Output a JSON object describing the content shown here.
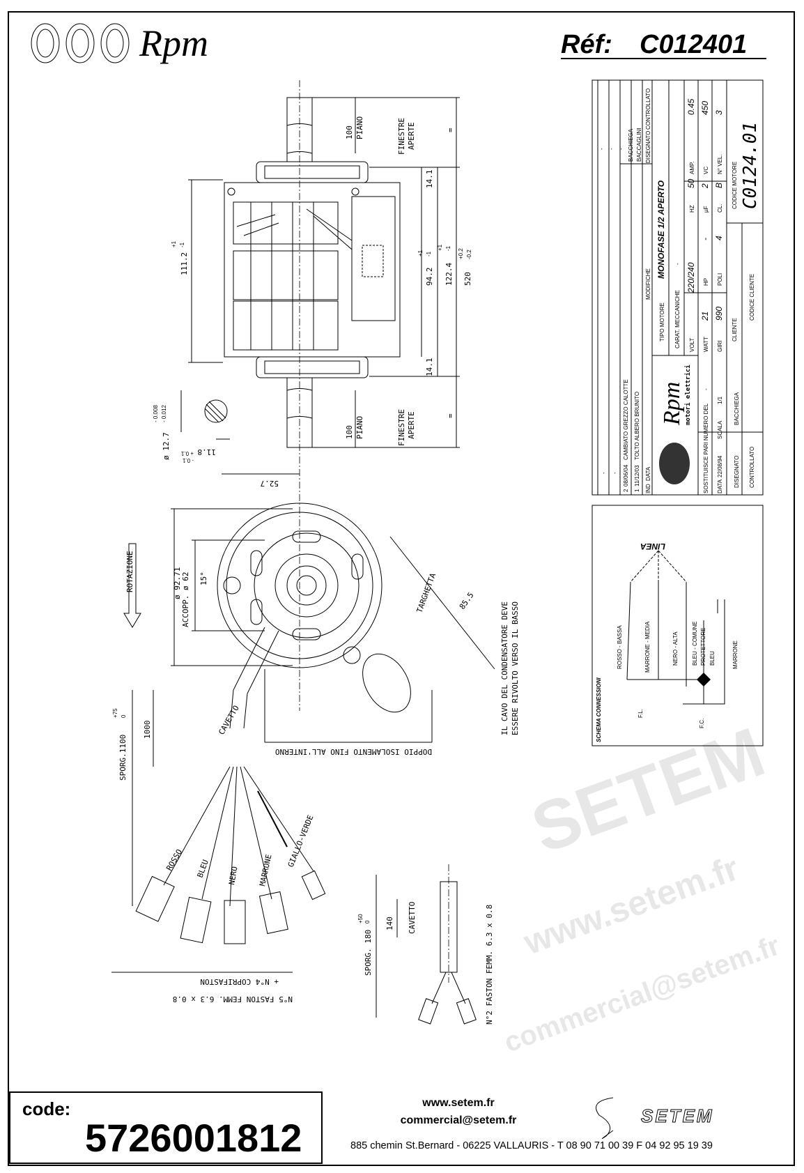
{
  "header": {
    "brand": "Rpm",
    "ref_label": "Réf:",
    "ref_value": "C012401"
  },
  "title_block": {
    "revisions": [
      {
        "ind": "",
        "date": "",
        "change": "-",
        "drawn": "-"
      },
      {
        "ind": "",
        "date": "",
        "change": "-",
        "drawn": "-"
      },
      {
        "ind": "2",
        "date": "08/06/04",
        "change": "CAMBIATO GREZZO CALOTTE",
        "drawn": "-"
      },
      {
        "ind": "1",
        "date": "11/12/03",
        "change": "TOLTO ALBERO BRUNITO",
        "drawn": "BACCHIEGA"
      }
    ],
    "rev_header": {
      "ind": "IND",
      "date": "DATA",
      "change": "MODIFICHE",
      "drawn": "DISEGNATO",
      "checked": "CONTROLLATO",
      "drawn2": "BACCAGLINI"
    },
    "logo": "Rpm",
    "logo_sub": "motori elettrici",
    "motor_type_label": "TIPO MOTORE",
    "motor_type": "MONOFASE 1/2 APERTO",
    "mech_label": "CARAT. MECCANICHE",
    "mech_value": "-",
    "specs": [
      {
        "label": "VOLT",
        "value": "220/240"
      },
      {
        "label": "HZ",
        "value": "50"
      },
      {
        "label": "AMP.",
        "value": "0.45"
      },
      {
        "label": "WATT",
        "value": "21"
      },
      {
        "label": "HP",
        "value": "-"
      },
      {
        "label": "µF",
        "value": "2"
      },
      {
        "label": "VC",
        "value": "450"
      },
      {
        "label": "GIRI",
        "value": "990"
      },
      {
        "label": "POLI",
        "value": "4"
      },
      {
        "label": "CL.",
        "value": "B"
      },
      {
        "label": "N° VEL.",
        "value": "3"
      }
    ],
    "replaces_label": "SOSTITUISCE PARI NUMERO DEL",
    "replaces_value": "-",
    "date_label": "DATA",
    "date_value": "22/08/94",
    "scale_label": "SCALA",
    "scale_value": "1/1",
    "client_label": "CLIENTE",
    "drawn_label": "DISEGNATO",
    "drawn_value": "BACCHIEGA",
    "checked_label": "CONTROLLATO",
    "motor_code_label": "CODICE MOTORE",
    "motor_code": "C0124.01",
    "client_code_label": "CODICE CLIENTE"
  },
  "schema": {
    "title": "SCHEMA CONNESSIONI",
    "line_label": "LINEA",
    "wires": [
      "ROSSO - BASSA",
      "MARRONE - MEDIA",
      "NERO - ALTA",
      "BLEU - COMUNE",
      "PROTETTORE",
      "BLEU",
      "MARRONE"
    ],
    "fl": "F.L.",
    "fc": "F.C."
  },
  "drawing": {
    "dims": {
      "piano_top": "100",
      "piano_label": "PIANO",
      "finestre": "FINESTRE",
      "aperte": "APERTE",
      "eq": "=",
      "d14": "14.1",
      "d111": "111.2",
      "tol_pm1_p": "+1",
      "tol_pm1_m": "-1",
      "d94": "94.2",
      "d122": "122.4",
      "d520": "520",
      "tol02_p": "+0.2",
      "tol02_m": "-0.2",
      "shaft_dia": "ø 12.7",
      "shaft_tol_p": "- 0.008",
      "shaft_tol_m": "- 0.012",
      "flat": "11.8",
      "flat_tol_p": "+ 0.1",
      "flat_tol_m": "- 0.1",
      "d52": "52.7",
      "rotation": "ROTAZIONE",
      "d92": "ø 92.71",
      "accopp": "ACCOPP. ø 62",
      "angle": "15°",
      "plate": "TARGHETTA",
      "d85": "85.5",
      "note1": "IL CAVO DEL CONDENSATORE DEVE",
      "note2": "ESSERE RIVOLTO VERSO IL BASSO",
      "insulation": "DOPPIO ISOLAMENTO FINO ALL'INTERNO",
      "d1000": "1000",
      "sporg": "SPORG.1100",
      "sporg_tol_p": "+75",
      "sporg_tol_m": "0",
      "cable": "CAVETTO",
      "faston5": "N°5 FASTON FEMM. 6.3 x 0.8",
      "coprifaston": "+ N°4 COPRIFASTON",
      "sporg2": "SPORG. 180",
      "sporg2_tol_p": "+50",
      "sporg2_tol_m": "0",
      "d140": "140",
      "cable2": "CAVETTO",
      "faston2": "N°2 FASTON FEMM. 6.3 x 0.8"
    },
    "wires": [
      "ROSSO",
      "BLEU",
      "NERO",
      "MARRONE",
      "GIALLO-VERDE"
    ]
  },
  "watermark": {
    "big": "SETEM",
    "site": "www.setem.fr",
    "mail": "commercial@setem.fr"
  },
  "footer": {
    "code_label": "code:",
    "code": "5726001812",
    "website": "www.setem.fr",
    "email": "commercial@setem.fr",
    "brand": "SETEM",
    "address": "885 chemin St.Bernard  -  06225 VALLAURIS  -  T 08 90 71 00 39   F 04 92 95 19 39"
  }
}
